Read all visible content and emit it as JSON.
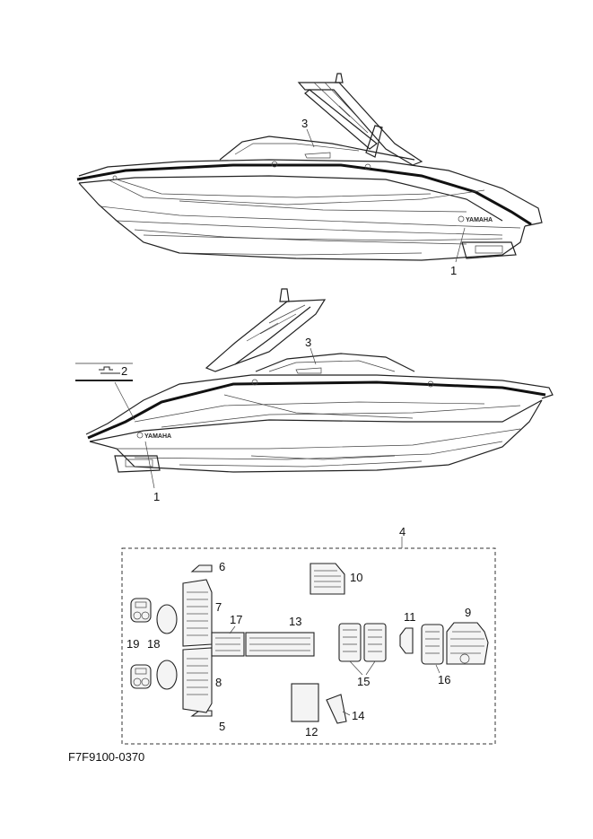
{
  "drawing_code": "F7F9100-0370",
  "labels": {
    "l1a": "1",
    "l3a": "3",
    "l1b": "1",
    "l2": "2",
    "l3b": "3",
    "l4": "4",
    "l5": "5",
    "l6": "6",
    "l7": "7",
    "l8": "8",
    "l9": "9",
    "l10": "10",
    "l11": "11",
    "l12": "12",
    "l13": "13",
    "l14": "14",
    "l15": "15",
    "l16": "16",
    "l17": "17",
    "l18": "18",
    "l19": "19"
  },
  "logo_text": "YAMAHA",
  "icons": [
    "boat-side-view-starboard",
    "boat-side-view-port",
    "decal-icon"
  ]
}
